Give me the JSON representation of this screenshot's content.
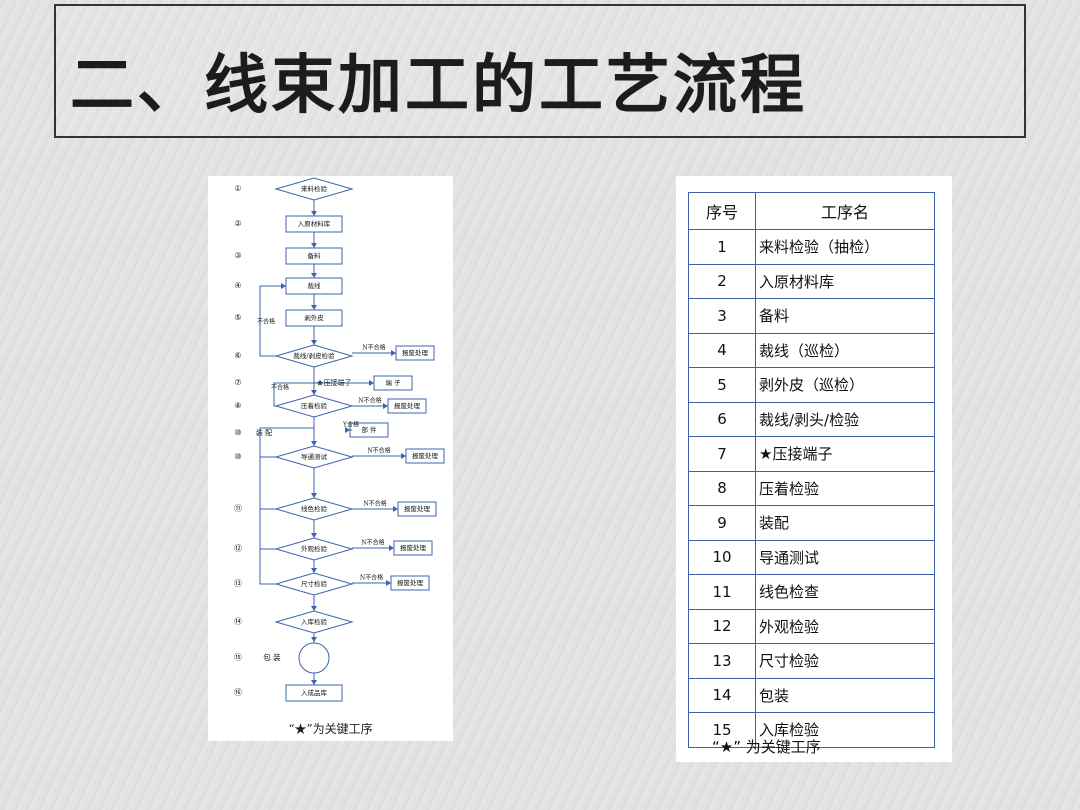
{
  "title": "二、线束加工的工艺流程",
  "table": {
    "headers": [
      "序号",
      "工序名"
    ],
    "rows": [
      {
        "no": "1",
        "name": "来料检验（抽检）"
      },
      {
        "no": "2",
        "name": "入原材料库"
      },
      {
        "no": "3",
        "name": "备料"
      },
      {
        "no": "4",
        "name": "裁线（巡检）"
      },
      {
        "no": "5",
        "name": "剥外皮（巡检）"
      },
      {
        "no": "6",
        "name": "裁线/剥头/检验"
      },
      {
        "no": "7",
        "name": "★压接端子"
      },
      {
        "no": "8",
        "name": "压着检验"
      },
      {
        "no": "9",
        "name": "装配"
      },
      {
        "no": "10",
        "name": "导通测试"
      },
      {
        "no": "11",
        "name": "线色检查"
      },
      {
        "no": "12",
        "name": "外观检验"
      },
      {
        "no": "13",
        "name": "尺寸检验"
      },
      {
        "no": "14",
        "name": "包装"
      },
      {
        "no": "15",
        "name": "入库检验"
      }
    ],
    "note": "“★” 为关键工序"
  },
  "flowchart": {
    "note": "“★”为关键工序",
    "nodes": [
      {
        "num": "①",
        "shape": "diamond",
        "label": "来料检验"
      },
      {
        "num": "②",
        "shape": "rect",
        "label": "入原材料库"
      },
      {
        "num": "③",
        "shape": "rect",
        "label": "备料"
      },
      {
        "num": "④",
        "shape": "rect",
        "label": "裁线"
      },
      {
        "num": "⑤",
        "shape": "rect",
        "label": "剥外皮"
      },
      {
        "num": "⑥",
        "shape": "diamond",
        "label": "裁线/剥皮检验"
      },
      {
        "num": "⑦",
        "shape": "label",
        "label": "★压接端子"
      },
      {
        "num": "⑧",
        "shape": "diamond",
        "label": "压着检验"
      },
      {
        "num": "⑩",
        "shape": "label",
        "label": "装 配"
      },
      {
        "num": "⑩",
        "shape": "diamond",
        "label": "导通测试"
      },
      {
        "num": "⑪",
        "shape": "diamond",
        "label": "线色检验"
      },
      {
        "num": "⑫",
        "shape": "diamond",
        "label": "外观检验"
      },
      {
        "num": "⑬",
        "shape": "diamond",
        "label": "尺寸检验"
      },
      {
        "num": "⑭",
        "shape": "diamond",
        "label": "入库检验"
      },
      {
        "num": "⑮",
        "shape": "circle",
        "label": "包 装"
      },
      {
        "num": "⑯",
        "shape": "rect",
        "label": "入成品库"
      }
    ],
    "side_boxes": [
      {
        "label": "报废处理",
        "edge": "N不合格"
      },
      {
        "label": "端 子",
        "edge": ""
      },
      {
        "label": "报废处理",
        "edge": "N不合格"
      },
      {
        "label": "部 件",
        "edge": "Y合格"
      },
      {
        "label": "报废处理",
        "edge": "N不合格"
      },
      {
        "label": "报废处理",
        "edge": "N不合格"
      },
      {
        "label": "报废处理",
        "edge": "N不合格"
      },
      {
        "label": "报废处理",
        "edge": "N不合格"
      }
    ],
    "loop_labels": [
      "不合格",
      "不合格"
    ]
  }
}
